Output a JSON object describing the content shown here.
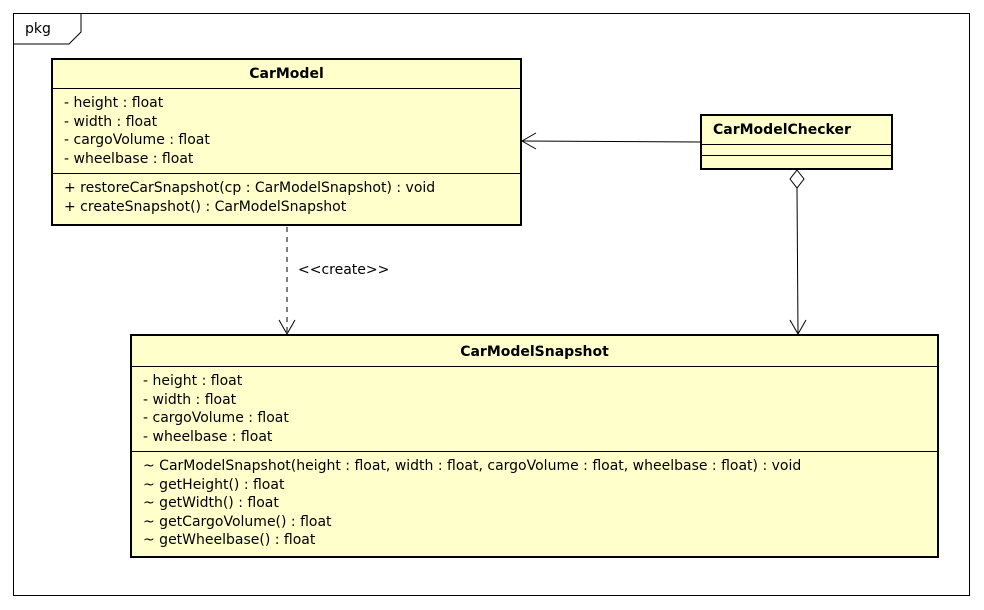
{
  "package": {
    "label": "pkg"
  },
  "classes": {
    "car_model": {
      "name": "CarModel",
      "attributes": [
        "- height : float",
        "- width : float",
        "- cargoVolume : float",
        "- wheelbase : float"
      ],
      "operations": [
        "+ restoreCarSnapshot(cp : CarModelSnapshot) : void",
        "+ createSnapshot() : CarModelSnapshot"
      ]
    },
    "checker": {
      "name": "CarModelChecker"
    },
    "snapshot": {
      "name": "CarModelSnapshot",
      "attributes": [
        "- height : float",
        "- width : float",
        "- cargoVolume : float",
        "- wheelbase : float"
      ],
      "operations": [
        "~ CarModelSnapshot(height : float, width : float, cargoVolume : float, wheelbase : float) : void",
        "~ getHeight() : float",
        "~ getWidth() : float",
        "~ getCargoVolume() : float",
        "~ getWheelbase() : float"
      ]
    }
  },
  "relations": {
    "create_stereotype": "<<create>>"
  }
}
